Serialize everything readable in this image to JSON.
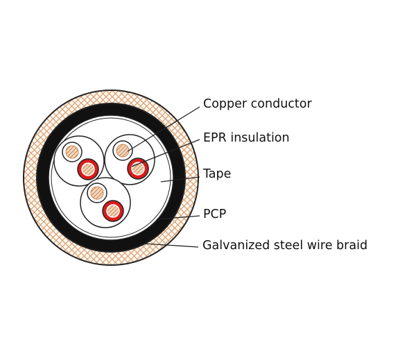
{
  "colors": {
    "braid": "#d9a57a",
    "braid_bg": "#fff8f0",
    "pcp": "#111111",
    "insulation_red": "#d91c1c",
    "copper": "#c9834f",
    "line": "#222222"
  },
  "labels": [
    {
      "id": "copper-conductor",
      "text": "Copper conductor"
    },
    {
      "id": "epr-insulation",
      "text": "EPR insulation"
    },
    {
      "id": "tape",
      "text": "Tape"
    },
    {
      "id": "pcp",
      "text": "PCP"
    },
    {
      "id": "galvanized-steel-wire-braid",
      "text": "Galvanized steel wire braid"
    }
  ]
}
